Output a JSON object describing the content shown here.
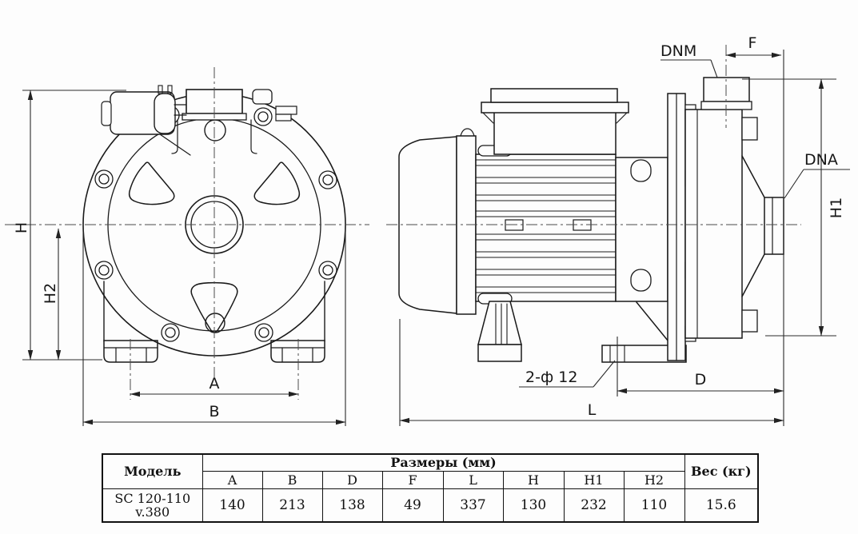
{
  "drawing": {
    "labels": {
      "h": "H",
      "h2": "H2",
      "a": "A",
      "b": "B",
      "dnm": "DNM",
      "f": "F",
      "dna": "DNA",
      "h1": "H1",
      "holes": "2-ф 12",
      "d": "D",
      "l": "L"
    },
    "line_color": "#1a1a1a",
    "dim_color": "#2a2a2a"
  },
  "table": {
    "headers": {
      "model": "Модель",
      "sizes": "Размеры (мм)",
      "weight": "Вес (кг)"
    },
    "dim_columns": [
      "A",
      "B",
      "D",
      "F",
      "L",
      "H",
      "H1",
      "H2"
    ],
    "row": {
      "model_line1": "SC 120-110",
      "model_line2": "v.380",
      "values": [
        "140",
        "213",
        "138",
        "49",
        "337",
        "130",
        "232",
        "110"
      ],
      "weight": "15.6"
    }
  }
}
